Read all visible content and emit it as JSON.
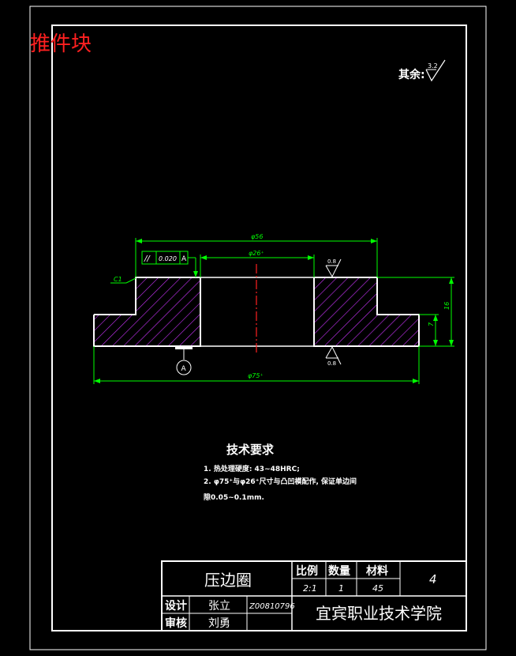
{
  "annotation": {
    "label": "推件块",
    "color": "#ff2020"
  },
  "surface_finish": {
    "label": "其余:",
    "value": "3.2"
  },
  "dimensions": {
    "overall_top": "φ56",
    "bore": "φ26⁺",
    "overall_bottom": "φ75⁺",
    "height_total": "16",
    "height_flange": "7",
    "chamfer": "C1",
    "roughness_top": "0.8",
    "roughness_bottom": "0.8"
  },
  "tolerance_frame": {
    "symbol": "//",
    "value": "0.020",
    "datum": "A"
  },
  "datum": {
    "label": "A"
  },
  "tech_requirements": {
    "title": "技术要求",
    "line1": "1. 热处理硬度: 43~48HRC;",
    "line2": "2. φ75⁺与φ26⁺尺寸与凸凹模配作, 保证单边间",
    "line3": "隙0.05~0.1mm."
  },
  "title_block": {
    "part_name": "压边圈",
    "scale_label": "比例",
    "qty_label": "数量",
    "material_label": "材料",
    "scale_value": "2:1",
    "qty_value": "1",
    "material_value": "45",
    "sheet_no": "4",
    "design_label": "设计",
    "designer": "张立",
    "drawing_no": "Z00810796",
    "review_label": "审核",
    "reviewer": "刘勇",
    "school": "宜宾职业技术学院"
  },
  "colors": {
    "line": "#ffffff",
    "dim": "#00ff00",
    "hatch": "#cc33ff",
    "center": "#ff2020",
    "background": "#000000"
  }
}
